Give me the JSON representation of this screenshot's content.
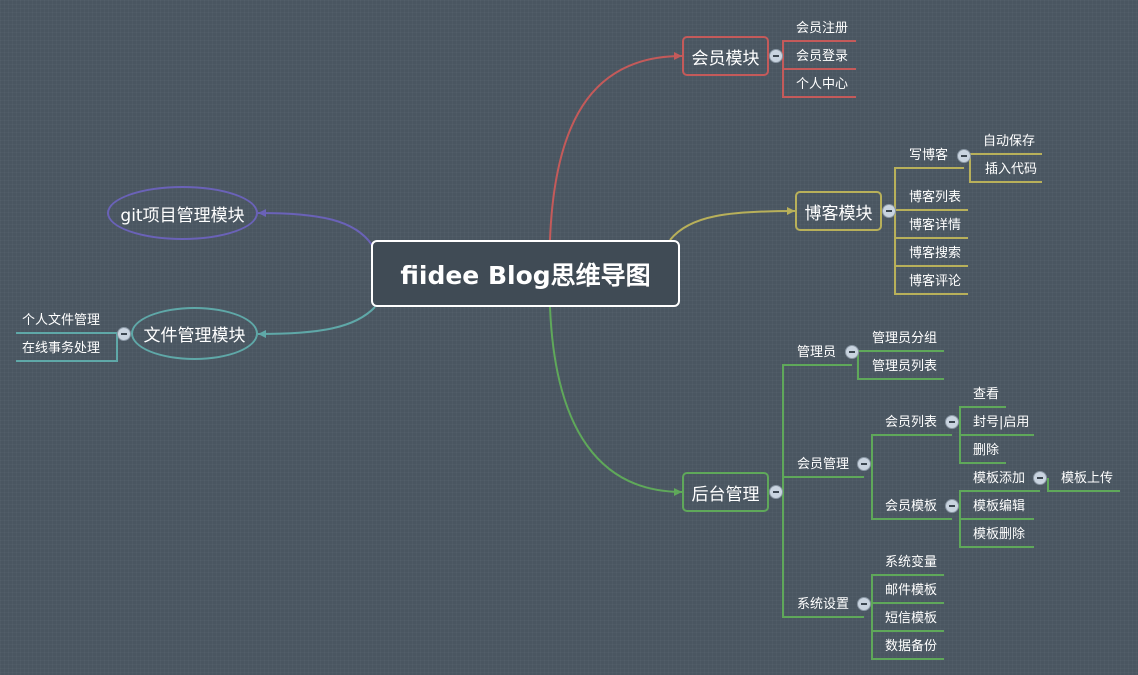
{
  "root": "fiidee Blog思维导图",
  "left": {
    "git": "git项目管理模块",
    "file": "文件管理模块",
    "file_children": [
      "个人文件管理",
      "在线事务处理"
    ]
  },
  "member": {
    "label": "会员模块",
    "children": [
      "会员注册",
      "会员登录",
      "个人中心"
    ]
  },
  "blog": {
    "label": "博客模块",
    "write": "写博客",
    "write_children": [
      "自动保存",
      "插入代码"
    ],
    "others": [
      "博客列表",
      "博客详情",
      "博客搜索",
      "博客评论"
    ]
  },
  "admin": {
    "label": "后台管理",
    "manager": "管理员",
    "manager_children": [
      "管理员分组",
      "管理员列表"
    ],
    "member_mgmt": "会员管理",
    "member_list": "会员列表",
    "member_list_children": [
      "查看",
      "封号|启用",
      "删除"
    ],
    "member_tpl": "会员模板",
    "tpl_add": "模板添加",
    "tpl_upload": "模板上传",
    "tpl_others": [
      "模板编辑",
      "模板删除"
    ],
    "settings": "系统设置",
    "settings_children": [
      "系统变量",
      "邮件模板",
      "短信模板",
      "数据备份"
    ]
  },
  "colors": {
    "member": "#c45a5a",
    "blog": "#b8b05a",
    "admin": "#5fa85a",
    "git": "#6a62b8",
    "file": "#5fa8a8"
  }
}
